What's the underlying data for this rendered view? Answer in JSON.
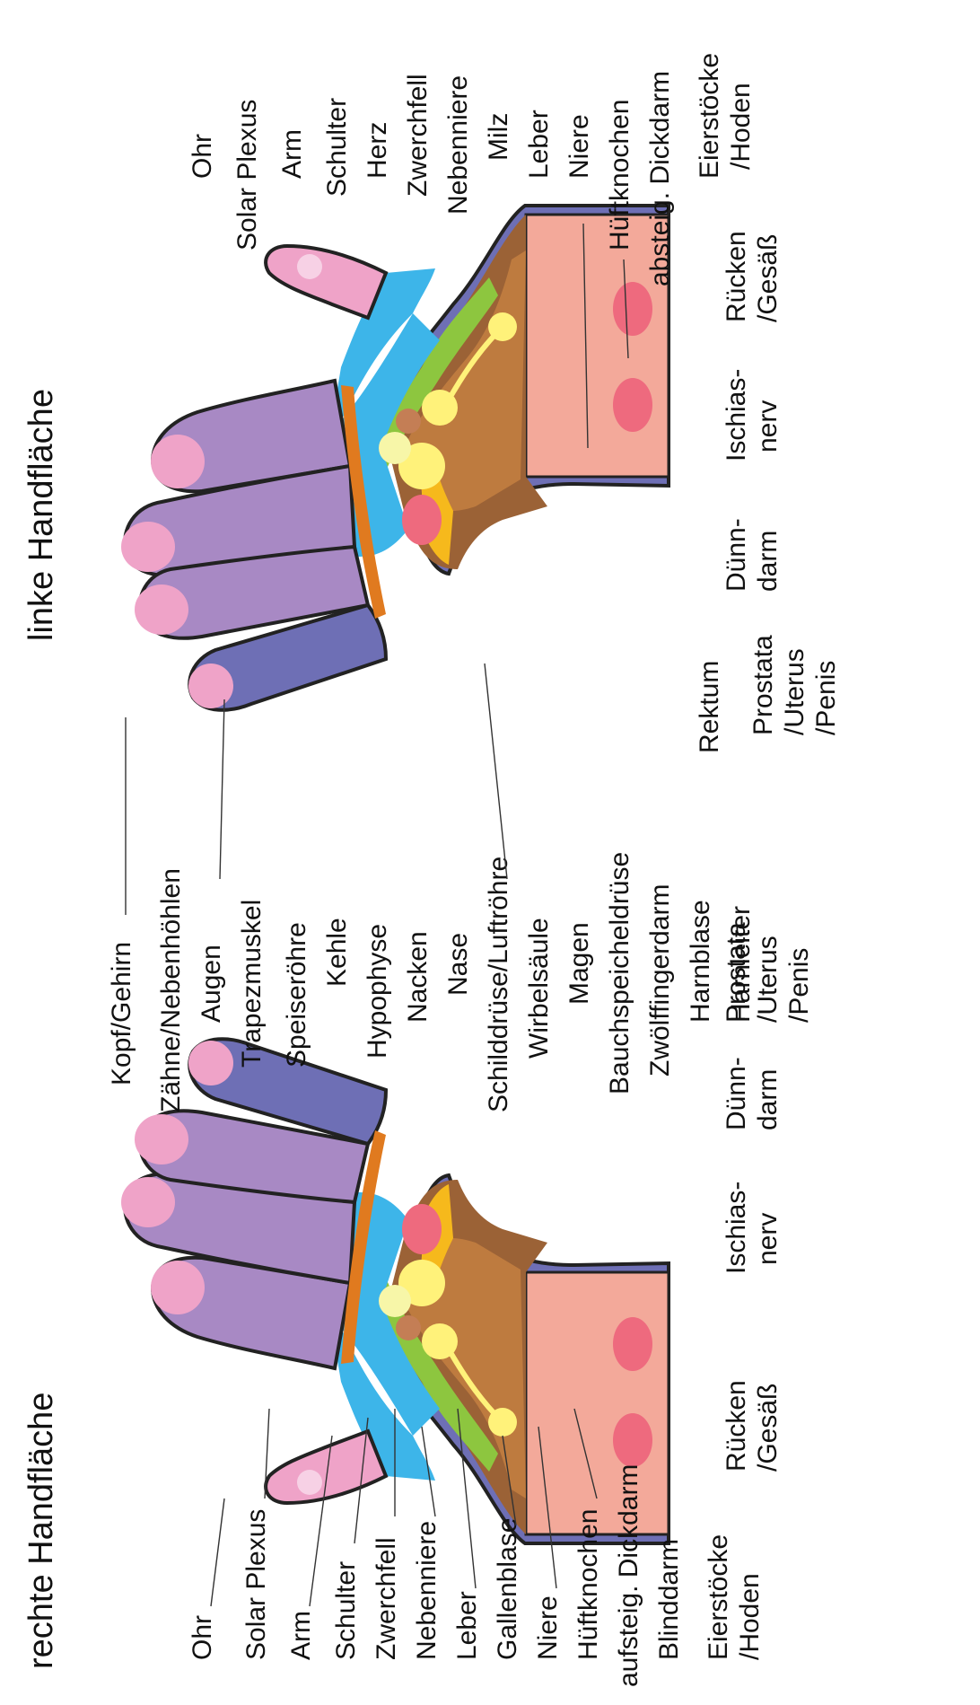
{
  "titles": {
    "right": "rechte Handfläche",
    "left": "linke Handfläche"
  },
  "labels": {
    "ohr": "Ohr",
    "solar_plexus": "Solar Plexus",
    "arm": "Arm",
    "schulter": "Schulter",
    "zwerchfell": "Zwerchfell",
    "nebenniere": "Nebenniere",
    "leber": "Leber",
    "gallenblase": "Gallenblase",
    "niere": "Niere",
    "hueftknochen": "Hüftknochen",
    "aufsteig_dickdarm": "aufsteig. Dickdarm",
    "blinddarm": "Blinddarm",
    "eierstoecke_1": "Eierstöcke",
    "eierstoecke_2": "/Hoden",
    "ruecken_1": "Rücken",
    "ruecken_2": "/Gesäß",
    "ischias_1": "Ischias-",
    "ischias_2": "nerv",
    "duenndarm_1": "Dünn-",
    "duenndarm_2": "darm",
    "prostata_1": "Prostata",
    "prostata_2": "/Uterus",
    "prostata_3": "/Penis",
    "herz": "Herz",
    "milz": "Milz",
    "absteig_dickdarm": "absteig. Dickdarm",
    "rektum": "Rektum",
    "kopf": "Kopf/Gehirn",
    "zaehne": "Zähne/Nebenhöhlen",
    "augen": "Augen",
    "trapezmuskel": "Trapezmuskel",
    "speiseroehre": "Speiseröhre",
    "kehle": "Kehle",
    "hypophyse": "Hypophyse",
    "nacken": "Nacken",
    "nase": "Nase",
    "schilddruese": "Schilddrüse/Luftröhre",
    "wirbelsaeule": "Wirbelsäule",
    "magen": "Magen",
    "bauchspeicheldruese": "Bauchspeicheldrüse",
    "zwoelffingerdarm": "Zwölffingerdarm",
    "harnblase": "Harnblase",
    "harnleiter": "Harnleiter"
  },
  "colors": {
    "fingertip": "#EFA3C8",
    "finger": "#A889C4",
    "finger_dark": "#6E6FB5",
    "palm_blue": "#3DB5E9",
    "green": "#8DC63F",
    "yellow": "#F6B91C",
    "brown": "#9B6236",
    "brown_light": "#BE7B3F",
    "wrist": "#F3A99A",
    "spot": "#EE6A7E",
    "orange": "#E07A1F",
    "light_yellow": "#FFF27A"
  }
}
